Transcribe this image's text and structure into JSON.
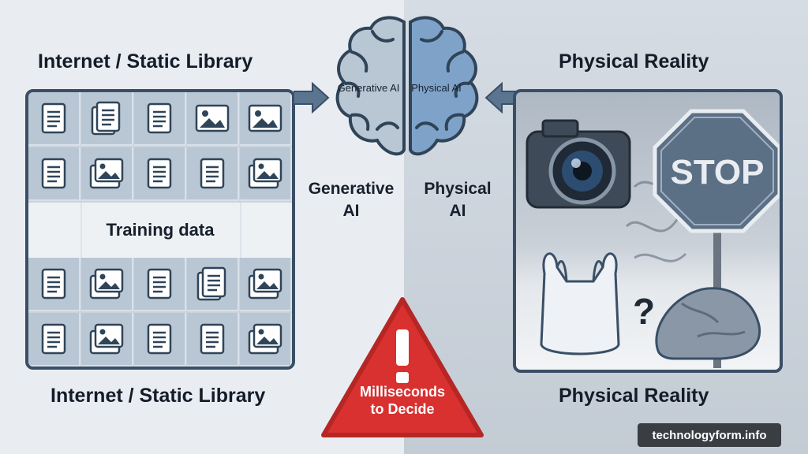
{
  "left": {
    "heading_top": "Internet / Static Library",
    "heading_bottom": "Internet / Static Library",
    "band_label": "Training data",
    "grid_rows": [
      [
        "doc",
        "doc-stack",
        "doc",
        "image",
        "image"
      ],
      [
        "doc",
        "image-stack",
        "doc",
        "doc",
        "image-stack"
      ],
      [
        "doc",
        "image-stack",
        "doc",
        "doc-stack",
        "image-stack"
      ],
      [
        "doc",
        "image-stack",
        "doc",
        "doc",
        "image-stack"
      ]
    ]
  },
  "brain": {
    "left_label": "Generative AI",
    "right_label": "Physical AI",
    "left_color": "#b9c6d4",
    "right_color": "#7fa3c8"
  },
  "labels": {
    "generative_line1": "Generative",
    "generative_line2": "AI",
    "physical_line1": "Physical",
    "physical_line2": "AI"
  },
  "right": {
    "heading_top": "Physical Reality",
    "heading_bottom": "Physical Reality",
    "stop_sign_text": "STOP",
    "question_mark": "?"
  },
  "warning": {
    "line1": "Milliseconds",
    "line2": "to Decide",
    "color": "#d8312f"
  },
  "watermark": "technologyform.info",
  "colors": {
    "frame": "#3a4f66",
    "cell": "#b9c6d4",
    "icon_stroke": "#2f4458"
  }
}
